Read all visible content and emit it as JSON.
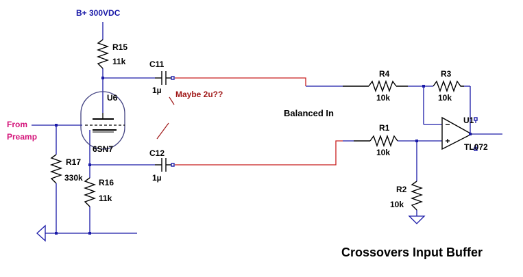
{
  "title": "Crossovers Input Buffer",
  "supply": {
    "label": "B+ 300VDC",
    "color": "#1a1aa8"
  },
  "input": {
    "line1": "From",
    "line2": "Preamp",
    "color": "#d4147a"
  },
  "center_label": "Balanced In",
  "note": {
    "text": "Maybe 2u??",
    "color": "#a01818"
  },
  "tube": {
    "ref": "U6",
    "value": "6SN7"
  },
  "opamp": {
    "ref": "U1",
    "value": "TL072"
  },
  "components": {
    "R15": {
      "ref": "R15",
      "value": "11k"
    },
    "R16": {
      "ref": "R16",
      "value": "11k"
    },
    "R17": {
      "ref": "R17",
      "value": "330k"
    },
    "C11": {
      "ref": "C11",
      "value": "1µ"
    },
    "C12": {
      "ref": "C12",
      "value": "1µ"
    },
    "R1": {
      "ref": "R1",
      "value": "10k"
    },
    "R2": {
      "ref": "R2",
      "value": "10k"
    },
    "R3": {
      "ref": "R3",
      "value": "10k"
    },
    "R4": {
      "ref": "R4",
      "value": "10k"
    }
  },
  "colors": {
    "wire": "#1a1aa8",
    "signal_wire": "#c81e1e",
    "node": "#1a1aa8",
    "component": "#000000"
  }
}
